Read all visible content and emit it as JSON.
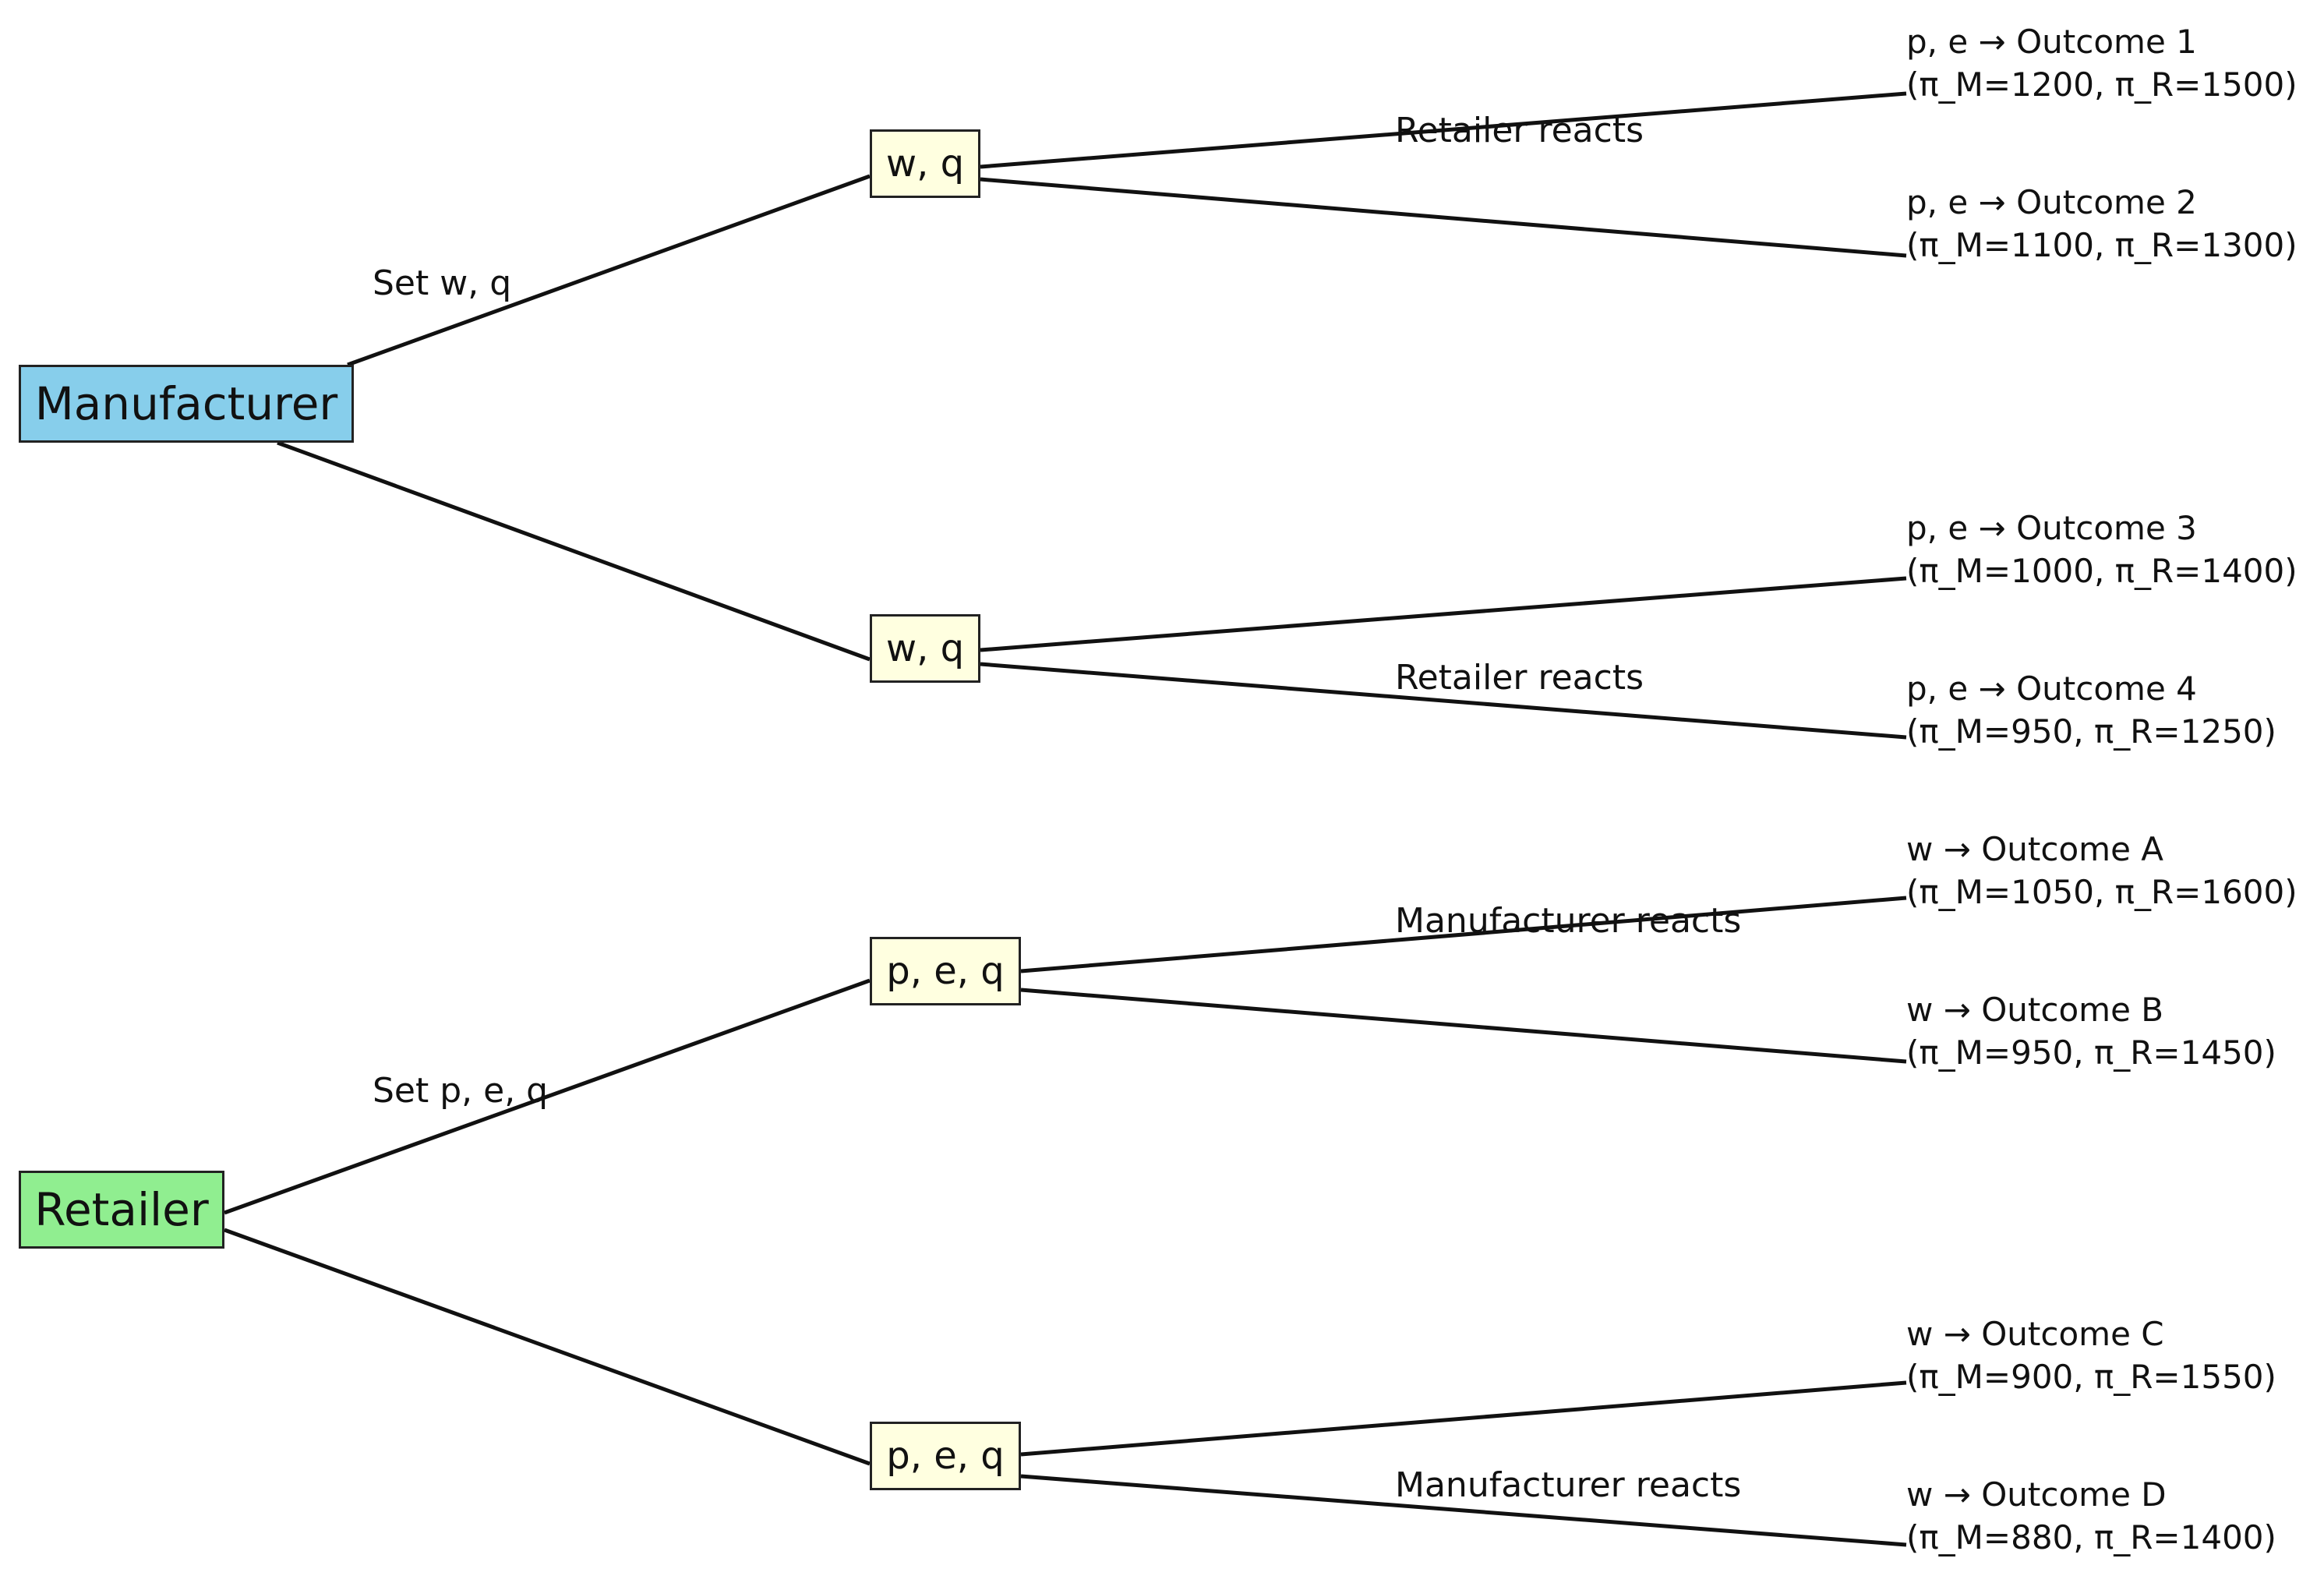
{
  "colors": {
    "manufacturer": "#87ceeb",
    "retailer": "#90ee90",
    "decision_node": "#ffffe0",
    "edge": "#111111"
  },
  "trees": [
    {
      "root": "Manufacturer",
      "root_action": "Set w, q",
      "branches": [
        {
          "node": "w, q",
          "reaction": "Retailer reacts",
          "outcomes": [
            {
              "line1": "p, e → Outcome 1",
              "line2": "(π_M=1200, π_R=1500)"
            },
            {
              "line1": "p, e → Outcome 2",
              "line2": "(π_M=1100, π_R=1300)"
            }
          ]
        },
        {
          "node": "w, q",
          "reaction": "Retailer reacts",
          "outcomes": [
            {
              "line1": "p, e → Outcome 3",
              "line2": "(π_M=1000, π_R=1400)"
            },
            {
              "line1": "p, e → Outcome 4",
              "line2": "(π_M=950, π_R=1250)"
            }
          ]
        }
      ]
    },
    {
      "root": "Retailer",
      "root_action": "Set p, e, q",
      "branches": [
        {
          "node": "p, e, q",
          "reaction": "Manufacturer reacts",
          "outcomes": [
            {
              "line1": "w → Outcome A",
              "line2": "(π_M=1050, π_R=1600)"
            },
            {
              "line1": "w → Outcome B",
              "line2": "(π_M=950, π_R=1450)"
            }
          ]
        },
        {
          "node": "p, e, q",
          "reaction": "Manufacturer reacts",
          "outcomes": [
            {
              "line1": "w → Outcome C",
              "line2": "(π_M=900, π_R=1550)"
            },
            {
              "line1": "w → Outcome D",
              "line2": "(π_M=880, π_R=1400)"
            }
          ]
        }
      ]
    }
  ]
}
